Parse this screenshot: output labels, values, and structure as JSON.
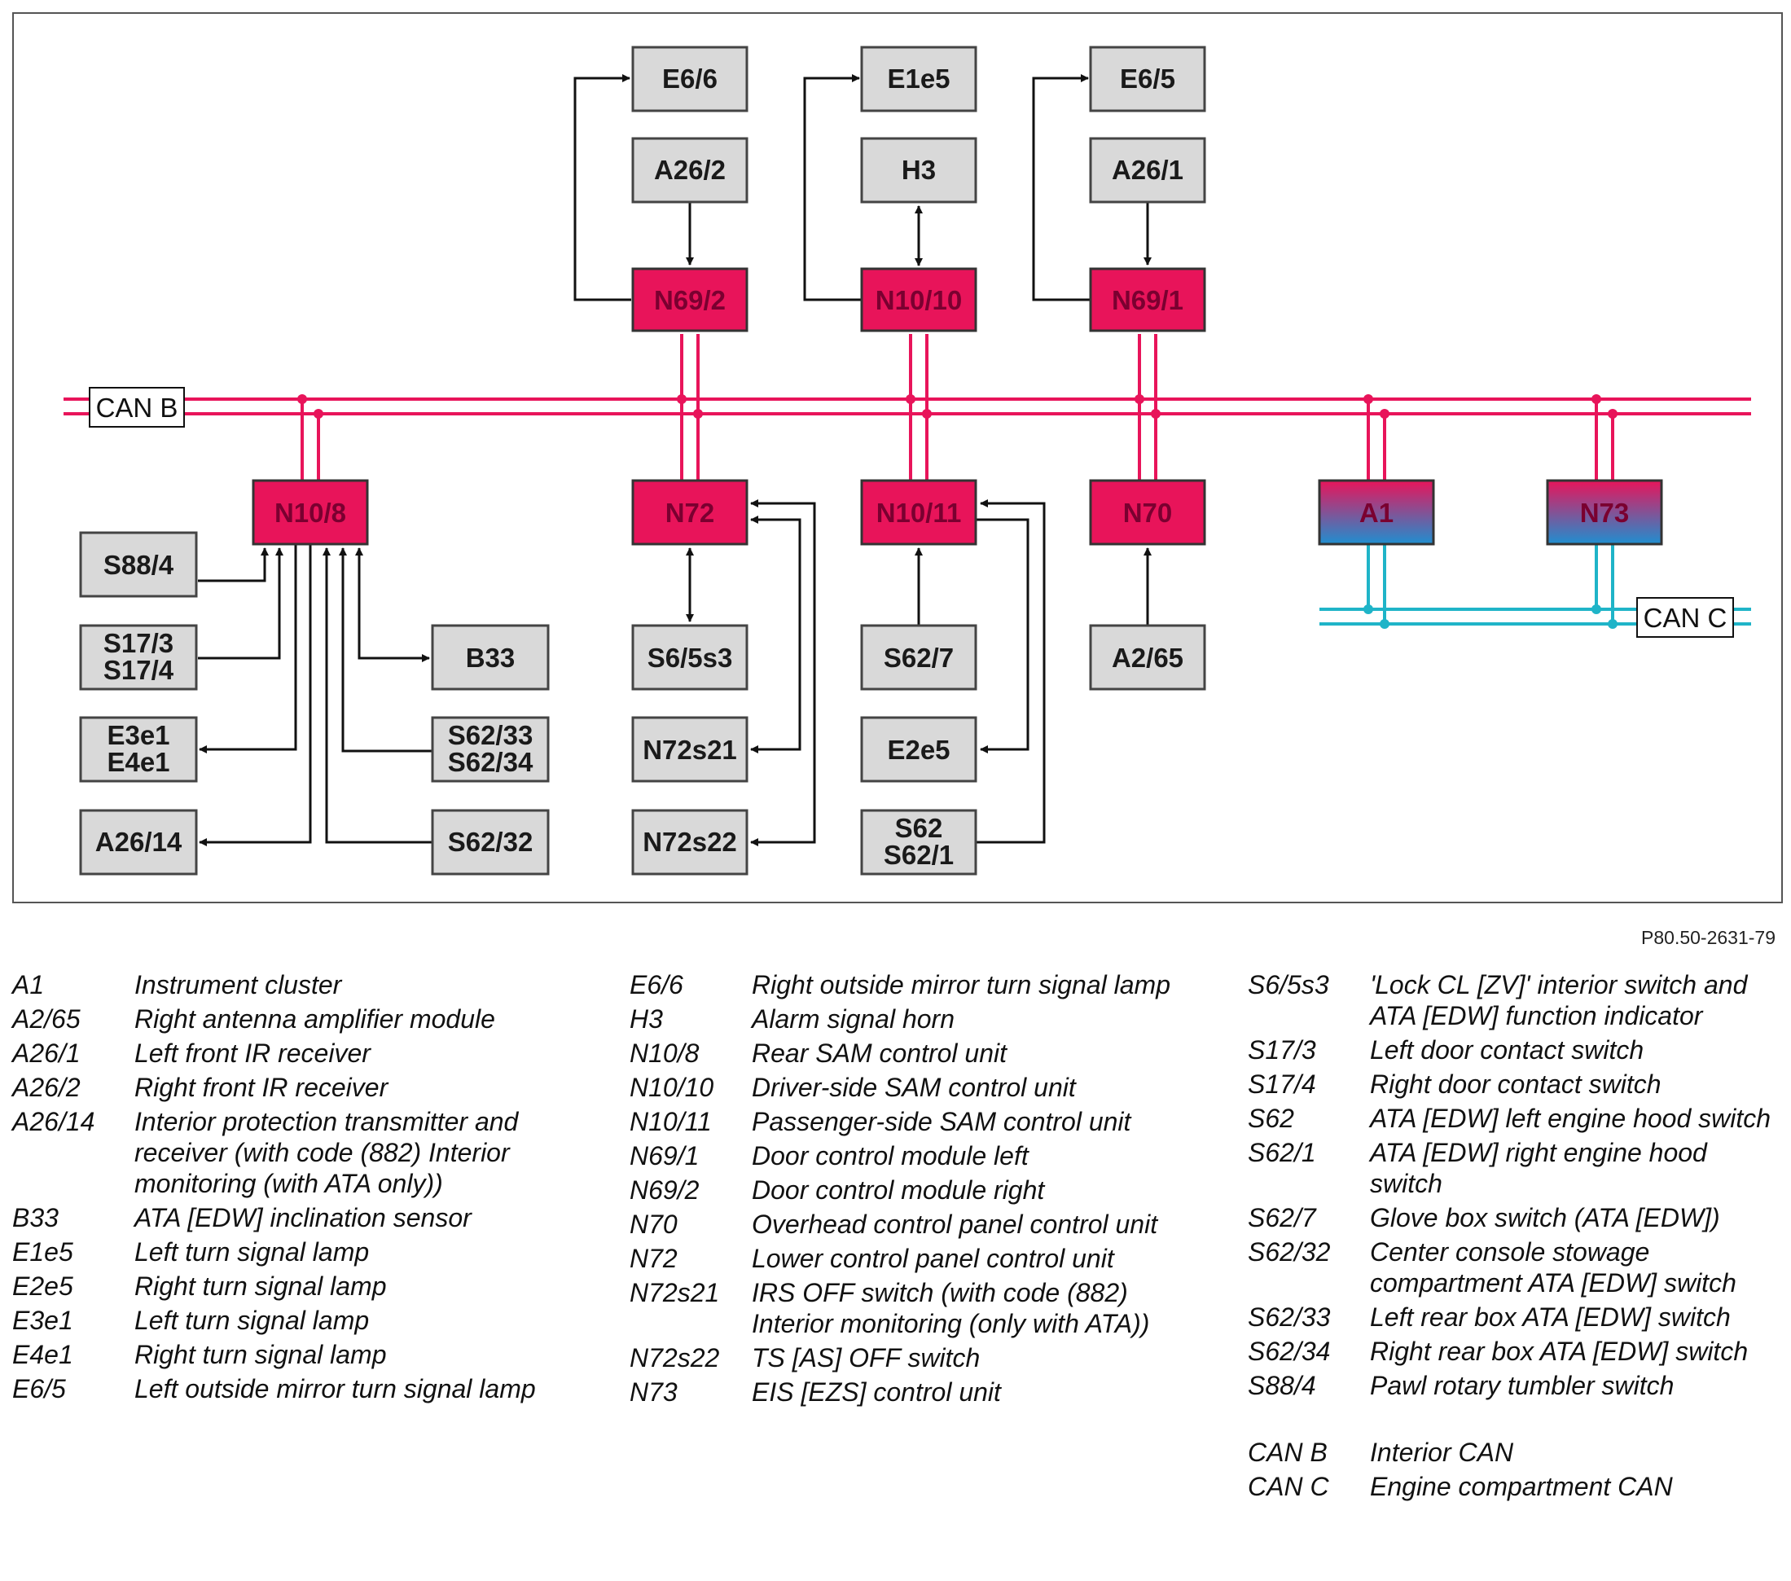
{
  "diagram": {
    "can_b_label": "CAN B",
    "can_c_label": "CAN C",
    "colors": {
      "can_b": "#e8145a",
      "can_c": "#1fb4c8",
      "control_unit_fill": "#e8145a",
      "peripheral_fill": "#d9d9d9",
      "gradient_top": "#e8145a",
      "gradient_bottom": "#1f8fd0"
    },
    "control_units": {
      "n69_2": "N69/2",
      "n10_10": "N10/10",
      "n69_1": "N69/1",
      "n10_8": "N10/8",
      "n72": "N72",
      "n10_11": "N10/11",
      "n70": "N70",
      "a1": "A1",
      "n73": "N73"
    },
    "components": {
      "e6_6": "E6/6",
      "a26_2": "A26/2",
      "e1e5": "E1e5",
      "h3": "H3",
      "e6_5": "E6/5",
      "a26_1": "A26/1",
      "s88_4": "S88/4",
      "s17_3": "S17/3",
      "s17_4": "S17/4",
      "e3e1": "E3e1",
      "e4e1": "E4e1",
      "a26_14": "A26/14",
      "b33": "B33",
      "s62_33": "S62/33",
      "s62_34": "S62/34",
      "s62_32": "S62/32",
      "s6_5s3": "S6/5s3",
      "n72s21": "N72s21",
      "n72s22": "N72s22",
      "s62_7": "S62/7",
      "e2e5": "E2e5",
      "s62": "S62",
      "s62_1": "S62/1",
      "a2_65": "A2/65"
    }
  },
  "figure_id": "P80.50-2631-79",
  "legend": {
    "col1": [
      {
        "code": "A1",
        "desc": "Instrument cluster"
      },
      {
        "code": "A2/65",
        "desc": "Right antenna amplifier module"
      },
      {
        "code": "A26/1",
        "desc": "Left front IR receiver"
      },
      {
        "code": "A26/2",
        "desc": "Right front IR receiver"
      },
      {
        "code": "A26/14",
        "desc": "Interior protection transmitter and receiver (with code (882) Interior monitoring (with ATA only))"
      },
      {
        "code": "B33",
        "desc": "ATA [EDW] inclination sensor"
      },
      {
        "code": "E1e5",
        "desc": "Left turn signal lamp"
      },
      {
        "code": "E2e5",
        "desc": "Right turn signal lamp"
      },
      {
        "code": "E3e1",
        "desc": "Left turn signal lamp"
      },
      {
        "code": "E4e1",
        "desc": "Right turn signal lamp"
      },
      {
        "code": "E6/5",
        "desc": "Left outside mirror turn signal lamp"
      }
    ],
    "col2": [
      {
        "code": "E6/6",
        "desc": "Right outside mirror turn signal lamp"
      },
      {
        "code": "H3",
        "desc": "Alarm signal horn"
      },
      {
        "code": "N10/8",
        "desc": "Rear SAM control unit"
      },
      {
        "code": "N10/10",
        "desc": "Driver-side SAM control unit"
      },
      {
        "code": "N10/11",
        "desc": "Passenger-side SAM control unit"
      },
      {
        "code": "N69/1",
        "desc": "Door control module left"
      },
      {
        "code": "N69/2",
        "desc": "Door control module right"
      },
      {
        "code": "N70",
        "desc": "Overhead control panel control unit"
      },
      {
        "code": "N72",
        "desc": "Lower control panel control unit"
      },
      {
        "code": "N72s21",
        "desc": "IRS OFF switch (with code (882) Interior monitoring (only with ATA))"
      },
      {
        "code": "N72s22",
        "desc": "TS [AS] OFF switch"
      },
      {
        "code": "N73",
        "desc": "EIS [EZS] control unit"
      }
    ],
    "col3": [
      {
        "code": "S6/5s3",
        "desc": "'Lock CL [ZV]' interior switch and ATA [EDW] function indicator"
      },
      {
        "code": "S17/3",
        "desc": "Left door contact switch"
      },
      {
        "code": "S17/4",
        "desc": "Right door contact switch"
      },
      {
        "code": "S62",
        "desc": "ATA [EDW] left engine hood switch"
      },
      {
        "code": "S62/1",
        "desc": "ATA [EDW] right engine hood switch"
      },
      {
        "code": "S62/7",
        "desc": "Glove box switch (ATA [EDW])"
      },
      {
        "code": "S62/32",
        "desc": "Center console stowage compartment ATA [EDW] switch"
      },
      {
        "code": "S62/33",
        "desc": "Left rear box ATA [EDW] switch"
      },
      {
        "code": "S62/34",
        "desc": "Right rear box ATA [EDW] switch"
      },
      {
        "code": "S88/4",
        "desc": "Pawl rotary tumbler switch"
      }
    ],
    "col3_can": [
      {
        "code": "CAN B",
        "desc": "Interior CAN"
      },
      {
        "code": "CAN C",
        "desc": "Engine compartment CAN"
      }
    ]
  }
}
